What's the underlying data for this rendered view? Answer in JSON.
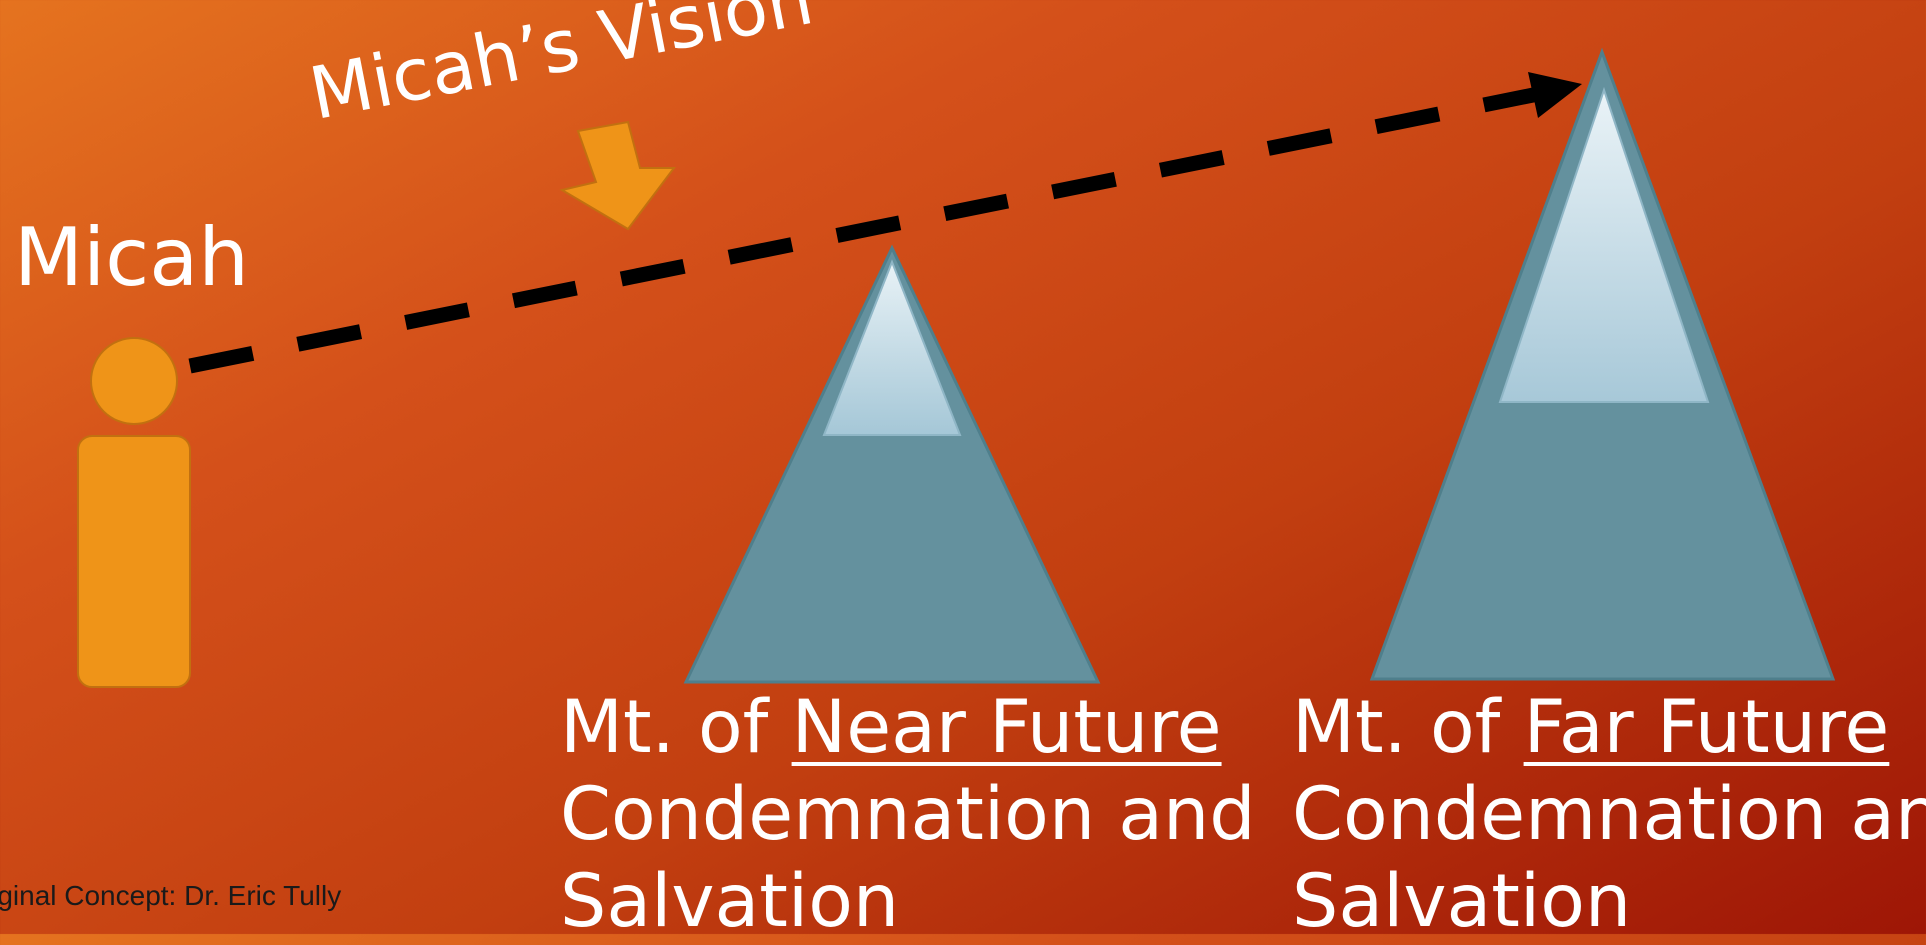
{
  "labels": {
    "person": "Micah",
    "vision": "Micah’s Vision"
  },
  "near_mountain": {
    "prefix": "Mt. of ",
    "emphasis": "Near Future",
    "line2": "Condemnation and",
    "line3": "Salvation"
  },
  "far_mountain": {
    "prefix": "Mt. of ",
    "emphasis": "Far Future",
    "line2": "Condemnation and",
    "line3": "Salvation"
  },
  "credit": "Original Concept: Dr. Eric Tully",
  "colors": {
    "person": "#ef9418",
    "mountain": "#64919e",
    "snow": "#a9cad9",
    "dashed_line": "#000000",
    "text": "#ffffff"
  }
}
